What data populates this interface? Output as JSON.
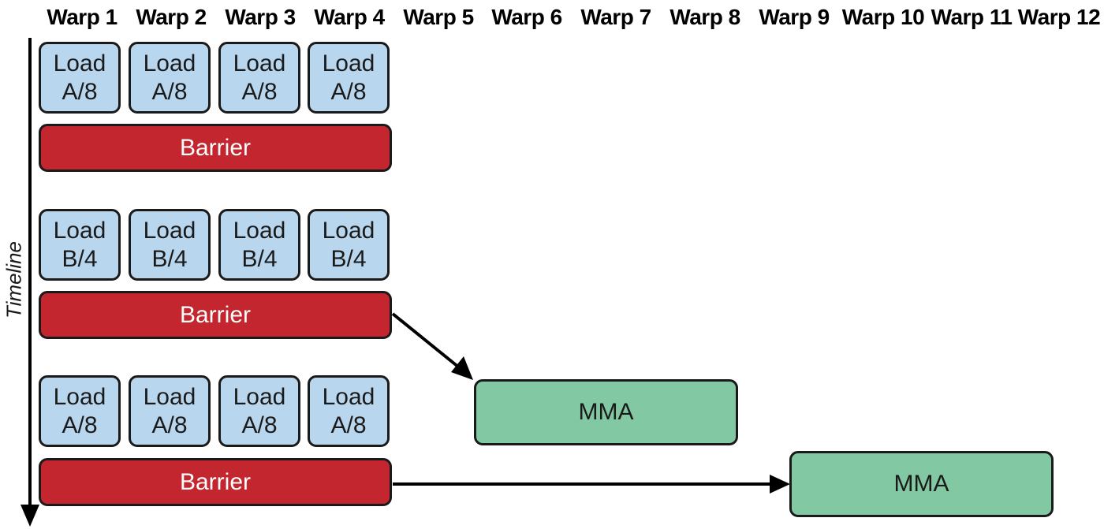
{
  "headers": [
    "Warp 1",
    "Warp 2",
    "Warp 3",
    "Warp 4",
    "Warp 5",
    "Warp 6",
    "Warp 7",
    "Warp 8",
    "Warp 9",
    "Warp 10",
    "Warp 11",
    "Warp 12"
  ],
  "timeline_label": "Timeline",
  "row1": {
    "loads": [
      {
        "line1": "Load",
        "line2": "A/8"
      },
      {
        "line1": "Load",
        "line2": "A/8"
      },
      {
        "line1": "Load",
        "line2": "A/8"
      },
      {
        "line1": "Load",
        "line2": "A/8"
      }
    ],
    "barrier": "Barrier"
  },
  "row2": {
    "loads": [
      {
        "line1": "Load",
        "line2": "B/4"
      },
      {
        "line1": "Load",
        "line2": "B/4"
      },
      {
        "line1": "Load",
        "line2": "B/4"
      },
      {
        "line1": "Load",
        "line2": "B/4"
      }
    ],
    "barrier": "Barrier"
  },
  "row3": {
    "loads": [
      {
        "line1": "Load",
        "line2": "A/8"
      },
      {
        "line1": "Load",
        "line2": "A/8"
      },
      {
        "line1": "Load",
        "line2": "A/8"
      },
      {
        "line1": "Load",
        "line2": "A/8"
      }
    ],
    "barrier": "Barrier"
  },
  "mma1": "MMA",
  "mma2": "MMA",
  "colors": {
    "load_fill": "#b8d6ee",
    "barrier_fill": "#c3262e",
    "mma_fill": "#82c9a3",
    "stroke": "#1a1a1a"
  }
}
